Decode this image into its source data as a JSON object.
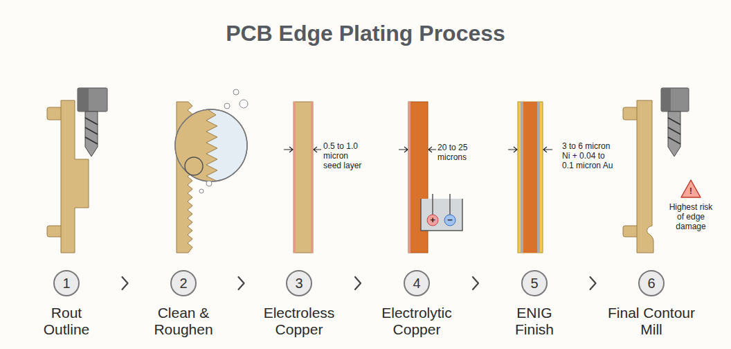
{
  "diagram": {
    "title": "PCB Edge Plating Process",
    "nodes": [
      {
        "text": [
          "1",
          "Rout Outline"
        ]
      },
      {
        "text": [
          "2",
          "Clean & Roughen"
        ]
      },
      {
        "text": [
          "3",
          "Electroless Copper"
        ]
      },
      {
        "text": [
          "4",
          "Electrolytic Copper"
        ]
      },
      {
        "text": [
          "5",
          "ENIG Finish"
        ]
      },
      {
        "text": [
          "6",
          "Final Contour Mill"
        ]
      }
    ],
    "edges": [
      {
        "from": 0,
        "to": 1,
        "arrow": "to"
      },
      {
        "from": 1,
        "to": 2,
        "arrow": "to"
      },
      {
        "from": 2,
        "to": 3,
        "arrow": "to"
      },
      {
        "from": 3,
        "to": 4,
        "arrow": "to"
      },
      {
        "from": 4,
        "to": 5,
        "arrow": "to"
      }
    ],
    "labels": [
      "0.5 to 1.0 micron seed layer",
      "20 to 25 microns",
      "+",
      "−",
      "3 to 6 micron Ni + 0.04 to 0.1 micron Au",
      "!",
      "Highest risk of edge damage"
    ]
  }
}
